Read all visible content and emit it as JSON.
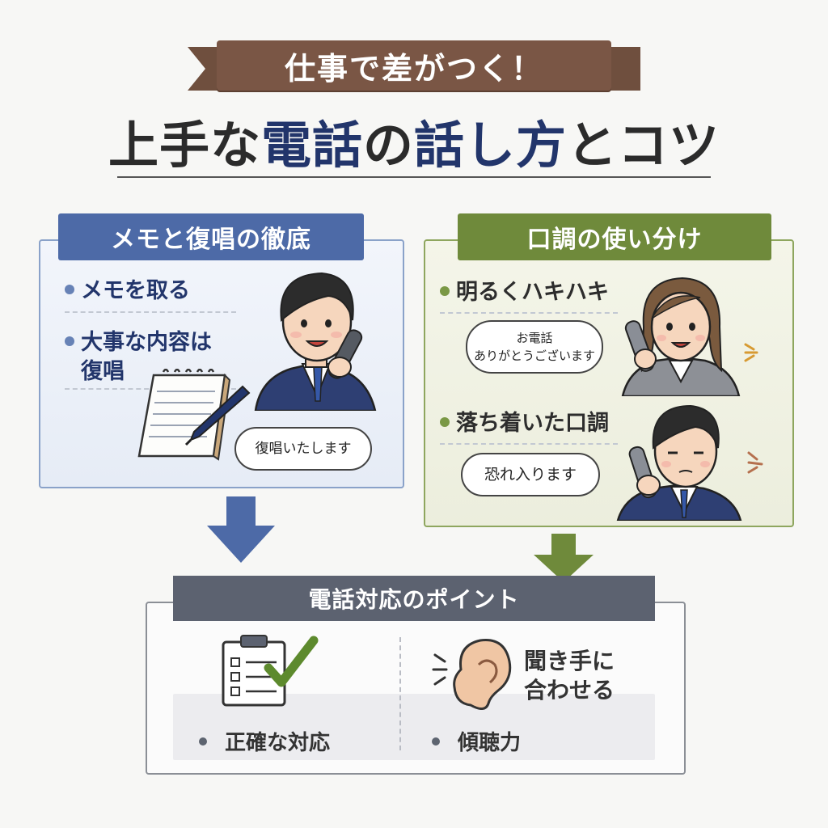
{
  "header": {
    "ribbon": "仕事で差がつく！",
    "title_pre": "上手な",
    "title_hl1": "電話",
    "title_mid": "の",
    "title_hl2": "話し方",
    "title_post": "とコツ"
  },
  "left_panel": {
    "title": "メモと復唱の徹底",
    "items": [
      "メモを取る",
      "大事な内容は",
      "復唱"
    ],
    "bubble": "復唱いたします"
  },
  "right_panel": {
    "title": "口調の使い分け",
    "items": [
      "明るくハキハキ",
      "落ち着いた口調"
    ],
    "bubble1_line1": "お電話",
    "bubble1_line2": "ありがとうございます",
    "bubble2": "恐れ入ります"
  },
  "bottom": {
    "title": "電話対応のポイント",
    "ear_line1": "聞き手に",
    "ear_line2": "合わせる",
    "label_left": "正確な対応",
    "label_right": "傾聴力"
  },
  "colors": {
    "brown": "#7a5645",
    "navy": "#22356b",
    "blue": "#4d6aa7",
    "green": "#6f8a3b",
    "gray": "#5c6270"
  }
}
